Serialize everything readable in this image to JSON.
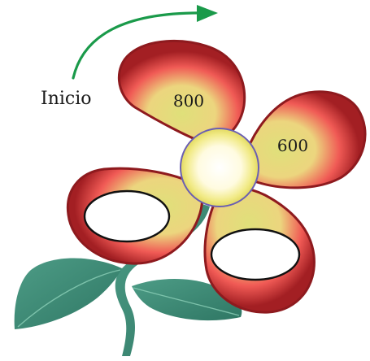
{
  "diagram": {
    "start_label": "Inicio",
    "petals": [
      {
        "position": "top",
        "value": "800"
      },
      {
        "position": "right",
        "value": "600"
      },
      {
        "position": "left",
        "value": ""
      },
      {
        "position": "bottom-right",
        "value": ""
      }
    ]
  },
  "colors": {
    "petal_outline": "#9b1b1f",
    "petal_mid": "#ee3b40",
    "petal_inner": "#e6e07a",
    "center_glow": "#ffffff",
    "center_rim": "#e8e068",
    "leaf": "#3c8b78",
    "leaf_vein": "#8ccfb8",
    "arrow": "#1a9a4a"
  }
}
